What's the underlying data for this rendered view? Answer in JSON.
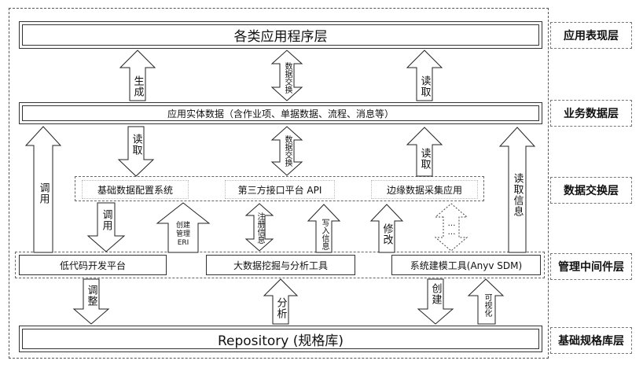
{
  "layers": {
    "app_programs": "各类应用程序层",
    "entity_data": "应用实体数据（含作业项、单据数据、流程、消息等）",
    "config_system": "基础数据配置系统",
    "third_party_api": "第三方接口平台 API",
    "edge_collect": "边缘数据采集应用",
    "lowcode": "低代码开发平台",
    "bigdata": "大数据挖掘与分析工具",
    "sdm": "系统建模工具(Anyv SDM)",
    "repository": "Repository (规格库)"
  },
  "side_labels": {
    "presentation": "应用表现层",
    "business_data": "业务数据层",
    "data_exchange": "数据交换层",
    "management_middleware": "管理中间件层",
    "base_spec": "基础规格库层"
  },
  "arrows": {
    "generate": "生成",
    "data_exchange_top": "数据交换",
    "read_top": "读取",
    "invoke_left": "调用",
    "read_mid_left": "读取",
    "data_exchange_mid": "数据交换",
    "read_mid_right": "读取",
    "read_info": "读取信息",
    "invoke_lower": "调用",
    "create_manage_line1": "创建",
    "create_manage_line2": "管理",
    "create_manage_line3": "ERI",
    "register_info": "注册信息",
    "write_info": "写入信息",
    "modify": "修改",
    "ellipsis": "……",
    "adjust": "调整",
    "analyze": "分析",
    "create_bottom": "创建",
    "visualize": "可视化"
  }
}
